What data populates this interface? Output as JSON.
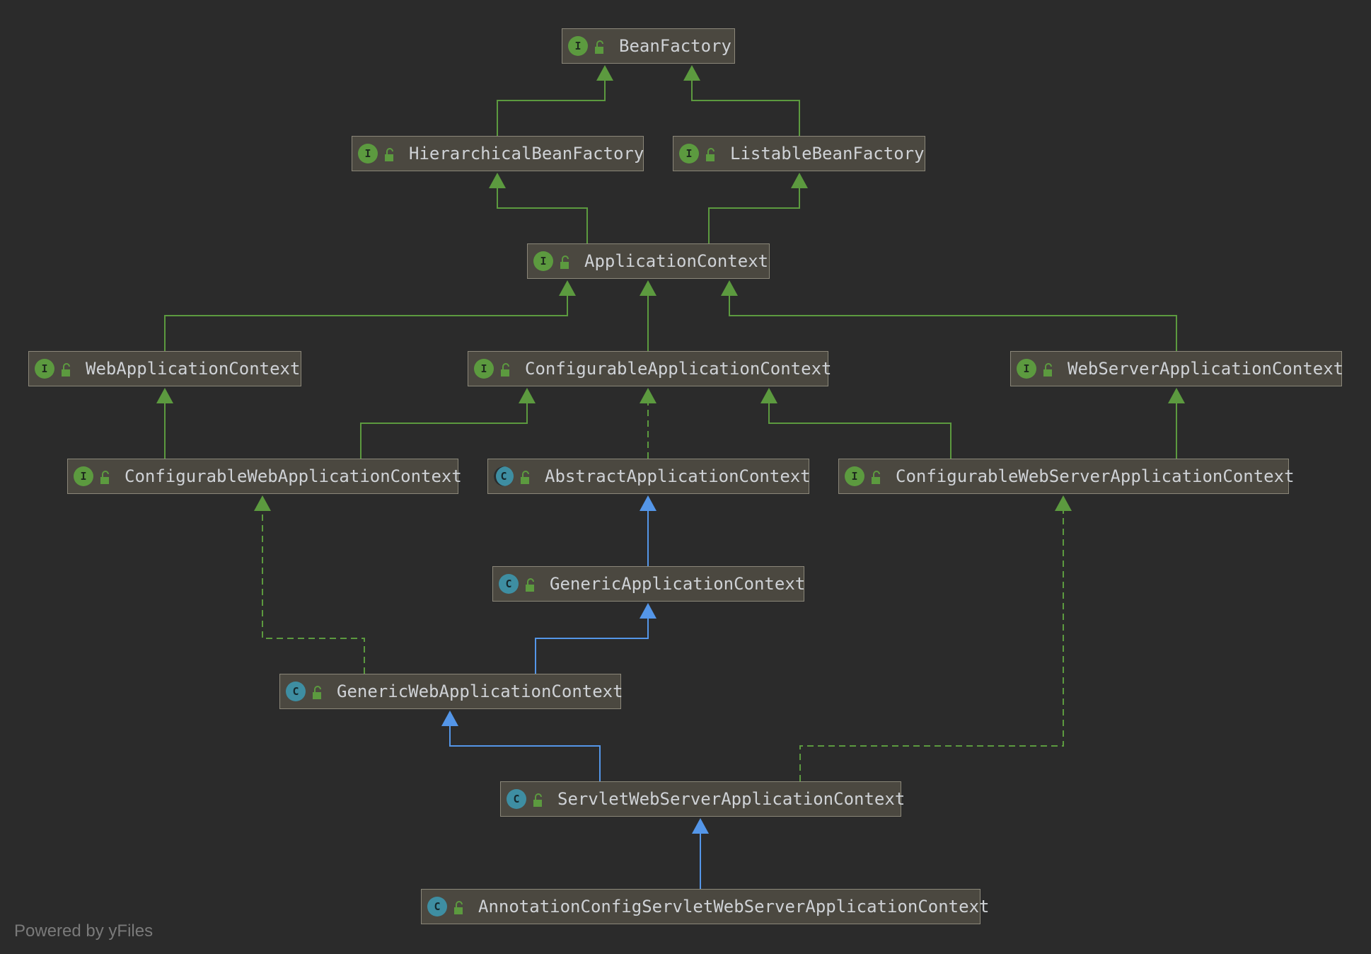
{
  "colors": {
    "background": "#2b2b2b",
    "node_fill": "#4b4840",
    "node_border": "#8b8779",
    "extends_interface_edge": "#5c9a3f",
    "extends_class_edge": "#5496e8",
    "interface_badge": "#5c9a3f",
    "class_badge": "#3e8ea2"
  },
  "nodes": [
    {
      "id": "BeanFactory",
      "label": "BeanFactory",
      "kind": "interface",
      "badge": "I"
    },
    {
      "id": "HierarchicalBeanFactory",
      "label": "HierarchicalBeanFactory",
      "kind": "interface",
      "badge": "I"
    },
    {
      "id": "ListableBeanFactory",
      "label": "ListableBeanFactory",
      "kind": "interface",
      "badge": "I"
    },
    {
      "id": "ApplicationContext",
      "label": "ApplicationContext",
      "kind": "interface",
      "badge": "I"
    },
    {
      "id": "WebApplicationContext",
      "label": "WebApplicationContext",
      "kind": "interface",
      "badge": "I"
    },
    {
      "id": "ConfigurableApplicationContext",
      "label": "ConfigurableApplicationContext",
      "kind": "interface",
      "badge": "I"
    },
    {
      "id": "WebServerApplicationContext",
      "label": "WebServerApplicationContext",
      "kind": "interface",
      "badge": "I"
    },
    {
      "id": "ConfigurableWebApplicationContext",
      "label": "ConfigurableWebApplicationContext",
      "kind": "interface",
      "badge": "I"
    },
    {
      "id": "AbstractApplicationContext",
      "label": "AbstractApplicationContext",
      "kind": "abstract",
      "badge": "C"
    },
    {
      "id": "ConfigurableWebServerApplicationContext",
      "label": "ConfigurableWebServerApplicationContext",
      "kind": "interface",
      "badge": "I"
    },
    {
      "id": "GenericApplicationContext",
      "label": "GenericApplicationContext",
      "kind": "class",
      "badge": "C"
    },
    {
      "id": "GenericWebApplicationContext",
      "label": "GenericWebApplicationContext",
      "kind": "class",
      "badge": "C"
    },
    {
      "id": "ServletWebServerApplicationContext",
      "label": "ServletWebServerApplicationContext",
      "kind": "class",
      "badge": "C"
    },
    {
      "id": "AnnotationConfigServletWebServerApplicationContext",
      "label": "AnnotationConfigServletWebServerApplicationContext",
      "kind": "class",
      "badge": "C"
    }
  ],
  "edges": [
    {
      "from": "HierarchicalBeanFactory",
      "to": "BeanFactory",
      "type": "extends-interface"
    },
    {
      "from": "ListableBeanFactory",
      "to": "BeanFactory",
      "type": "extends-interface"
    },
    {
      "from": "ApplicationContext",
      "to": "HierarchicalBeanFactory",
      "type": "extends-interface"
    },
    {
      "from": "ApplicationContext",
      "to": "ListableBeanFactory",
      "type": "extends-interface"
    },
    {
      "from": "WebApplicationContext",
      "to": "ApplicationContext",
      "type": "extends-interface"
    },
    {
      "from": "ConfigurableApplicationContext",
      "to": "ApplicationContext",
      "type": "extends-interface"
    },
    {
      "from": "WebServerApplicationContext",
      "to": "ApplicationContext",
      "type": "extends-interface"
    },
    {
      "from": "ConfigurableWebApplicationContext",
      "to": "WebApplicationContext",
      "type": "extends-interface"
    },
    {
      "from": "ConfigurableWebApplicationContext",
      "to": "ConfigurableApplicationContext",
      "type": "extends-interface"
    },
    {
      "from": "AbstractApplicationContext",
      "to": "ConfigurableApplicationContext",
      "type": "implements"
    },
    {
      "from": "ConfigurableWebServerApplicationContext",
      "to": "ConfigurableApplicationContext",
      "type": "extends-interface"
    },
    {
      "from": "ConfigurableWebServerApplicationContext",
      "to": "WebServerApplicationContext",
      "type": "extends-interface"
    },
    {
      "from": "GenericApplicationContext",
      "to": "AbstractApplicationContext",
      "type": "extends-class"
    },
    {
      "from": "GenericWebApplicationContext",
      "to": "GenericApplicationContext",
      "type": "extends-class"
    },
    {
      "from": "GenericWebApplicationContext",
      "to": "ConfigurableWebApplicationContext",
      "type": "implements"
    },
    {
      "from": "ServletWebServerApplicationContext",
      "to": "GenericWebApplicationContext",
      "type": "extends-class"
    },
    {
      "from": "ServletWebServerApplicationContext",
      "to": "ConfigurableWebServerApplicationContext",
      "type": "implements"
    },
    {
      "from": "AnnotationConfigServletWebServerApplicationContext",
      "to": "ServletWebServerApplicationContext",
      "type": "extends-class"
    }
  ],
  "footer": {
    "text": "Powered by yFiles"
  }
}
